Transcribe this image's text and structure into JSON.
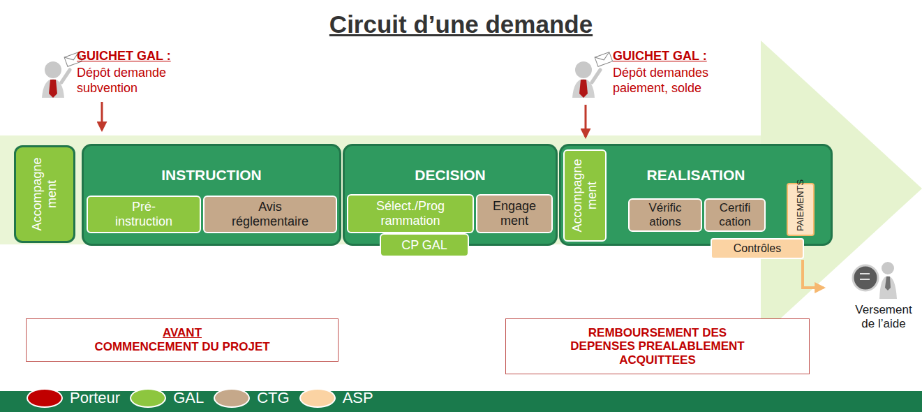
{
  "diagram": {
    "title": "Circuit d’une demande",
    "nodes": [
      {
        "text": [
          "Accompagne ment"
        ]
      },
      {
        "text": [
          "INSTRUCTION"
        ]
      },
      {
        "text": [
          "Pré- instruction"
        ],
        "in": 1
      },
      {
        "text": [
          "Avis réglementaire"
        ],
        "in": 1
      },
      {
        "text": [
          "DECISION"
        ]
      },
      {
        "text": [
          "Sélect./Prog rammation"
        ],
        "in": 4
      },
      {
        "text": [
          "Engage ment"
        ],
        "in": 4
      },
      {
        "text": [
          "CP GAL"
        ],
        "in": 4
      },
      {
        "text": [
          "REALISATION"
        ]
      },
      {
        "text": [
          "Accompagne ment"
        ],
        "in": 8
      },
      {
        "text": [
          "Vérific ations"
        ],
        "in": 8
      },
      {
        "text": [
          "Certifi cation"
        ],
        "in": 8
      },
      {
        "text": [
          "PAIEMENTS"
        ],
        "in": 8
      },
      {
        "text": [
          "Contrôles"
        ],
        "in": 8
      },
      {
        "text": [
          "AVANT",
          "COMMENCEMENT DU PROJET"
        ]
      },
      {
        "text": [
          "REMBOURSEMENT DES DEPENSES PREALABLEMENT ACQUITTEES"
        ]
      }
    ],
    "labels": [
      "GUICHET GAL :",
      "Dépôt demande subvention",
      "GUICHET GAL :",
      "Dépôt demandes paiement, solde",
      "Versement de l’aide"
    ],
    "legend": [
      {
        "text": "Porteur",
        "color": "#c00000"
      },
      {
        "text": "GAL",
        "color": "#8dc63f"
      },
      {
        "text": "CTG",
        "color": "#c5a88a"
      },
      {
        "text": "ASP",
        "color": "#fbd3a3"
      }
    ]
  }
}
